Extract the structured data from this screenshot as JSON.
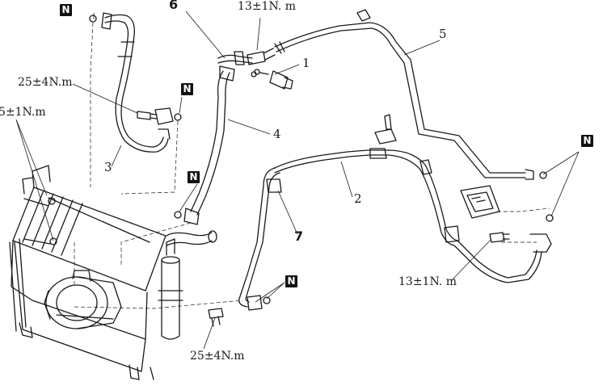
{
  "callouts": {
    "part_1": "1",
    "part_2": "2",
    "part_3": "3",
    "part_4": "4",
    "part_5": "5",
    "part_6": "6",
    "part_7": "7"
  },
  "torques": {
    "top_center": "13±1N. m",
    "upper_left": "25±4N.m",
    "far_left": "5±1N.m",
    "bottom_right": "13±1N. m",
    "bottom_center": "25±4N.m"
  },
  "markers": {
    "new_part_symbol": "N"
  },
  "colors": {
    "line": "#1a1a1a",
    "marker_bg": "#111111",
    "marker_text": "#ffffff"
  }
}
